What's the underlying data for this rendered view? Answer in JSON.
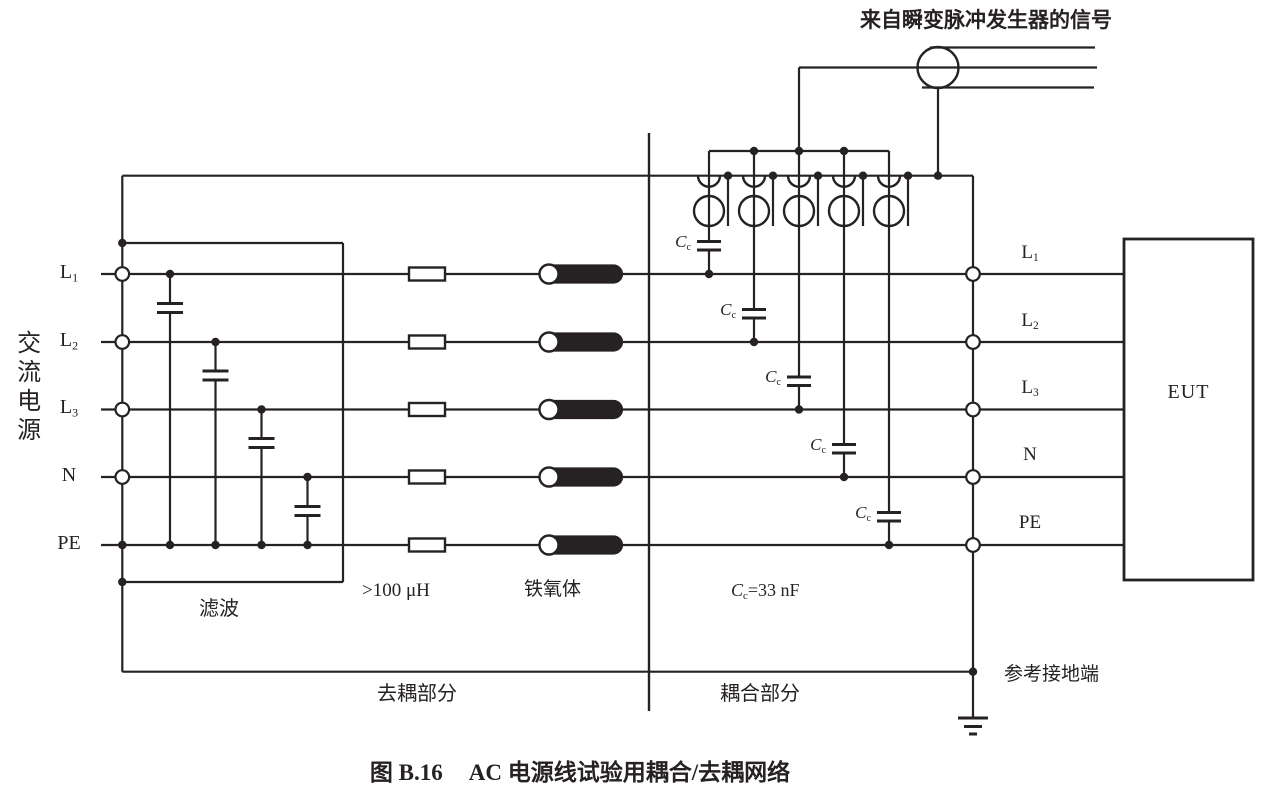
{
  "labels": {
    "top_signal": "来自瞬变脉冲发生器的信号",
    "ac_source": "交流电源",
    "filter": "滤波",
    "inductance": ">100 μH",
    "ferrite": "铁氧体",
    "cap_base": "C",
    "cap_sub": "c",
    "cap_value_suffix": "=33 nF",
    "decoupling_section": "去耦部分",
    "coupling_section": "耦合部分",
    "reference_ground": "参考接地端",
    "eut": "EUT",
    "caption_fig": "图 B.16",
    "caption_title": "AC 电源线试验用耦合/去耦网络"
  },
  "lines": [
    {
      "id": "L1",
      "base": "L",
      "sub": "1"
    },
    {
      "id": "L2",
      "base": "L",
      "sub": "2"
    },
    {
      "id": "L3",
      "base": "L",
      "sub": "3"
    },
    {
      "id": "N",
      "base": "N",
      "sub": ""
    },
    {
      "id": "PE",
      "base": "PE",
      "sub": ""
    }
  ]
}
